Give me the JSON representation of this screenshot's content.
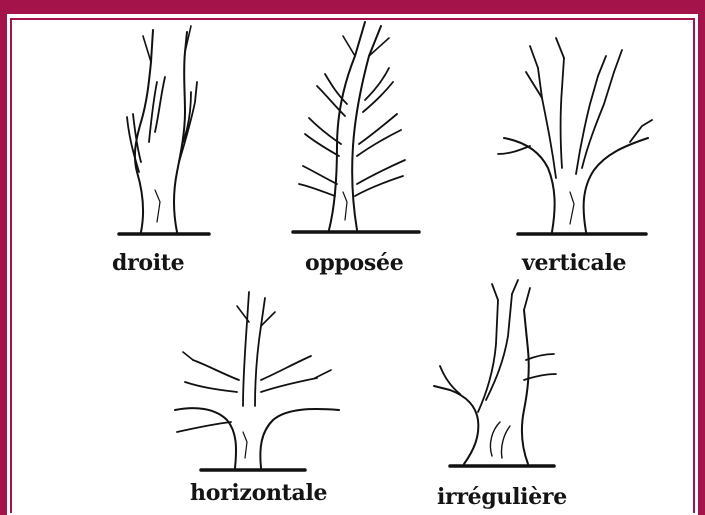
{
  "colors": {
    "border": "#a4144a",
    "ink": "#111111",
    "background": "#ffffff"
  },
  "trees": [
    {
      "id": "droite",
      "label": "droite",
      "icon": "straight-tree-icon"
    },
    {
      "id": "opposee",
      "label": "opposée",
      "icon": "opposite-branch-tree-icon"
    },
    {
      "id": "verticale",
      "label": "verticale",
      "icon": "vertical-branch-tree-icon"
    },
    {
      "id": "horizontale",
      "label": "horizontale",
      "icon": "horizontal-branch-tree-icon"
    },
    {
      "id": "irreguliere",
      "label": "irrégulière",
      "icon": "irregular-branch-tree-icon"
    }
  ]
}
